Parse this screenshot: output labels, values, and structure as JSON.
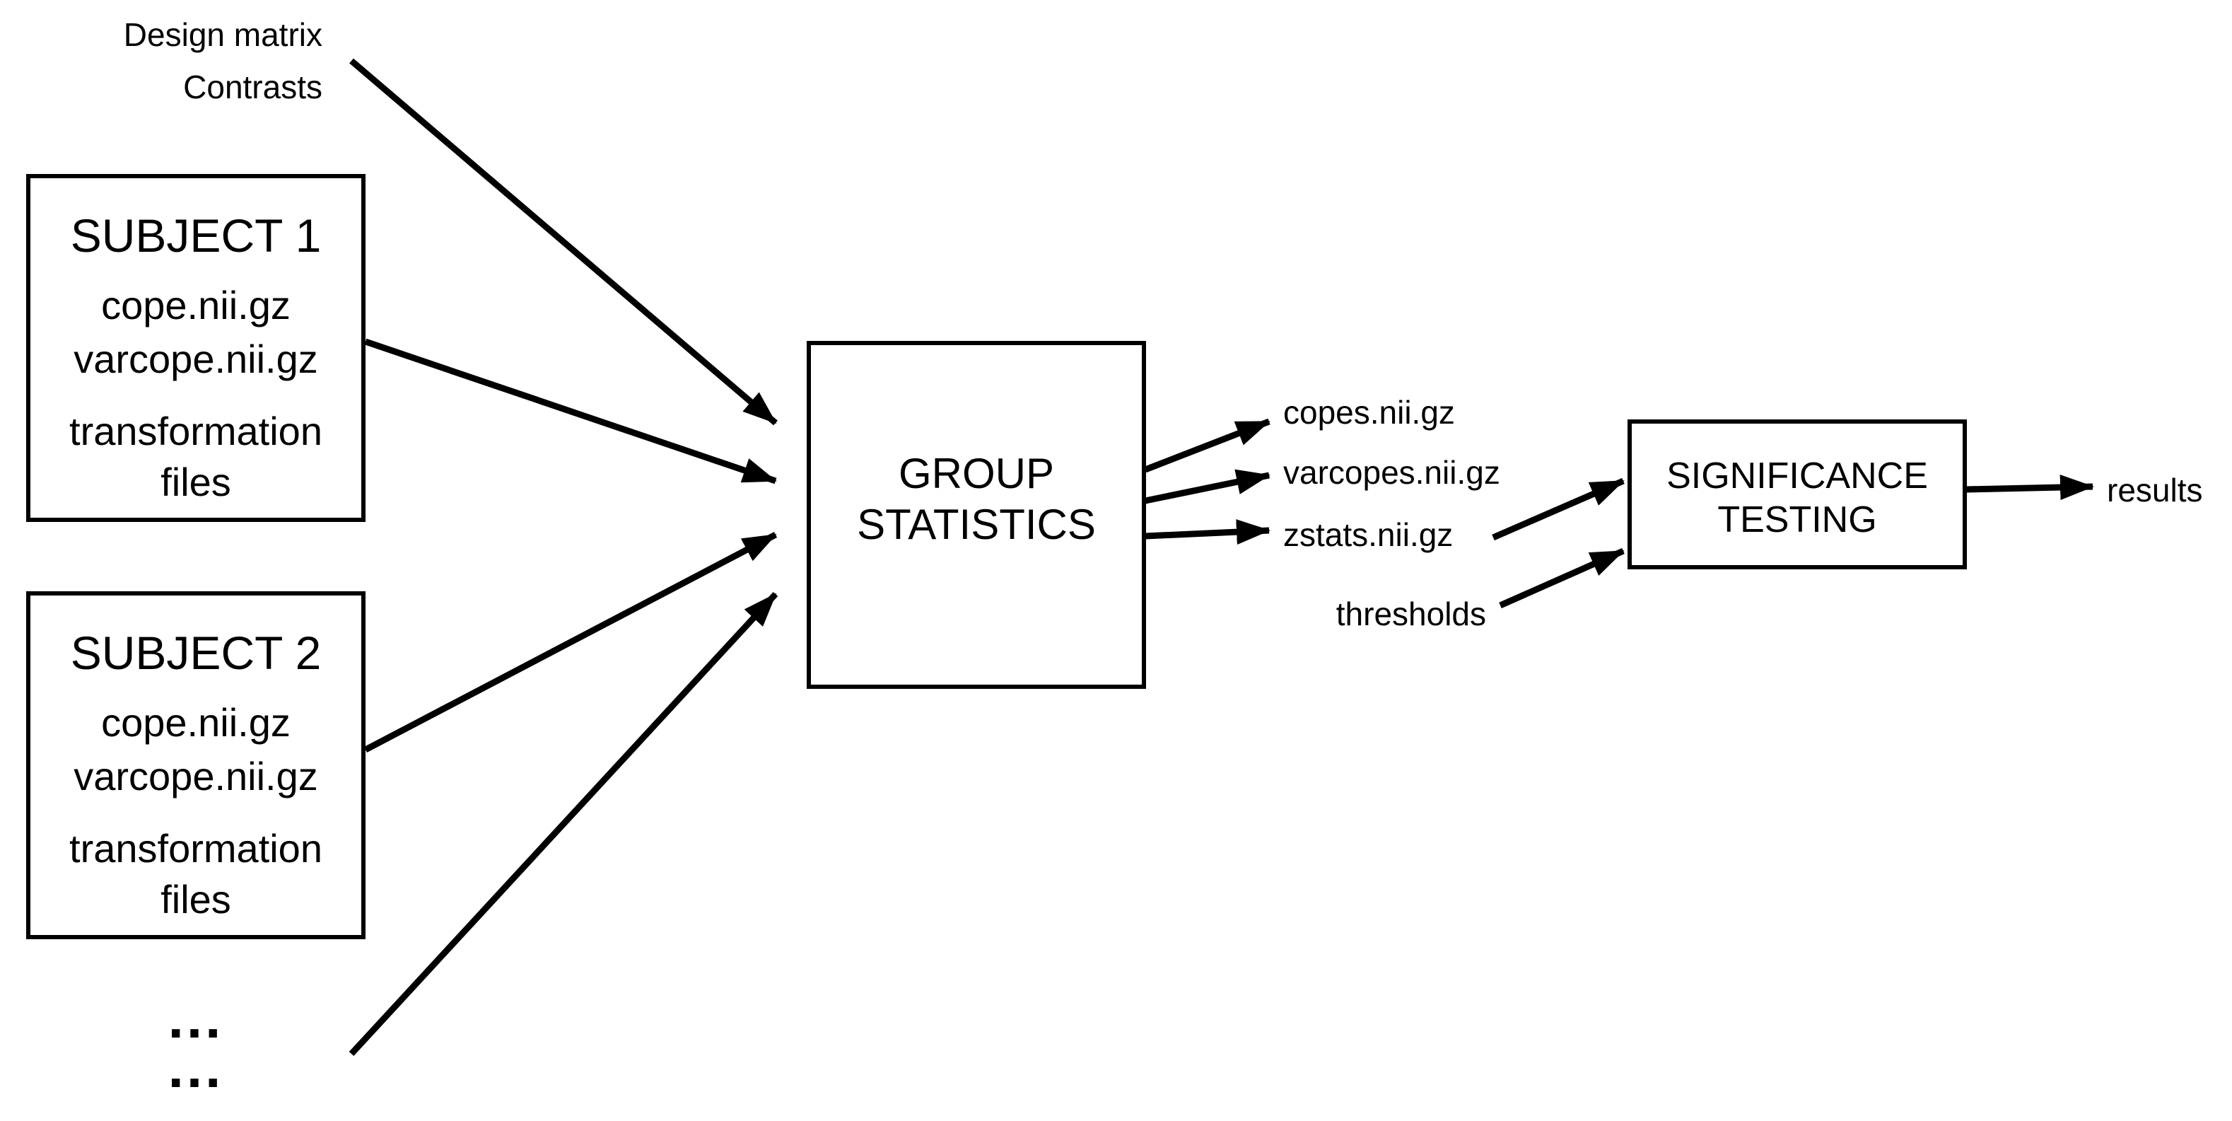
{
  "inputs": {
    "design_matrix": "Design matrix",
    "contrasts": "Contrasts"
  },
  "subjects": [
    {
      "title": "SUBJECT 1",
      "file1": "cope.nii.gz",
      "file2": "varcope.nii.gz",
      "transform_line1": "transformation",
      "transform_line2": "files"
    },
    {
      "title": "SUBJECT 2",
      "file1": "cope.nii.gz",
      "file2": "varcope.nii.gz",
      "transform_line1": "transformation",
      "transform_line2": "files"
    }
  ],
  "more_subjects": {
    "line1": "...",
    "line2": "..."
  },
  "group_statistics": {
    "line1": "GROUP",
    "line2": "STATISTICS"
  },
  "outputs": {
    "copes": "copes.nii.gz",
    "varcopes": "varcopes.nii.gz",
    "zstats": "zstats.nii.gz",
    "thresholds": "thresholds"
  },
  "significance_testing": {
    "line1": "SIGNIFICANCE",
    "line2": "TESTING"
  },
  "results": "results",
  "colors": {
    "stroke": "#000000",
    "background": "#ffffff",
    "text": "#000000"
  }
}
